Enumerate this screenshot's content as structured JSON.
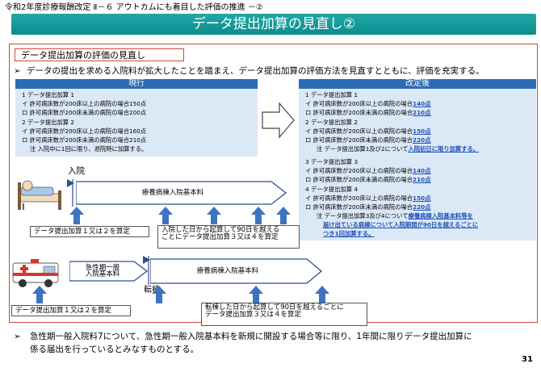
{
  "header": {
    "breadcrumb": "令和2年度診療報酬改定 Ⅱ－６ アウトカムにも着目した評価の推進 －②",
    "title": "データ提出加算の見直し②"
  },
  "section": {
    "label": "データ提出加算の評価の見直し",
    "bullet_mark": "➢",
    "bullet1": "データの提出を求める入院料が拡大したことを踏まえ、データ提出加算の評価方法を見直すとともに、評価を充実する。",
    "bullet2_line1": "急性期一般入院料7について、急性期一般入院基本料を新規に開設する場合等に限り、1年間に限りデータ提出加算に",
    "bullet2_line2": "係る届出を行っているとみなすものとする。"
  },
  "current": {
    "header": "現行",
    "lines": [
      "1 データ提出加算 1",
      "イ 許可病床数が200床以上の病院の場合150点",
      "ロ 許可病床数が200床未満の病院の場合200点",
      "2 データ提出加算 2",
      "イ 許可病床数が200床以上の病院の場合160点",
      "ロ 許可病床数が200床未満の病院の場合210点",
      "注 入院中に1回に限り、退院時に加算する。"
    ]
  },
  "revised": {
    "header": "改定後",
    "add1": "1 データ提出加算 1",
    "add1_i": "イ 許可病床数が200床以上の病院の場合",
    "add1_i_pts": "140点",
    "add1_ro": "ロ 許可病床数が200床未満の病院の場合",
    "add1_ro_pts": "210点",
    "add2": "2 データ提出加算 2",
    "add2_i": "イ 許可病床数が200床以上の病院の場合",
    "add2_i_pts": "150点",
    "add2_ro": "ロ 許可病床数が200床未満の病院の場合",
    "add2_ro_pts": "220点",
    "note12_pre": "注 データ提出加算1及び2について",
    "note12_u": "入院初日に限り加算する。",
    "add3": "3 データ提出加算 3",
    "add3_i": "イ 許可病床数が200床以上の病院の場合",
    "add3_i_pts": "140点",
    "add3_ro": "ロ 許可病床数が200床未満の病院の場合",
    "add3_ro_pts": "210点",
    "add4": "4 データ提出加算 4",
    "add4_i": "イ 許可病床数が200床以上の病院の場合",
    "add4_i_pts": "150点",
    "add4_ro": "ロ 許可病床数が200床未満の病院の場合",
    "add4_ro_pts": "220点",
    "note34_pre": "注 データ提出加算3及び4について",
    "note34_u1": "療養病棟入院基本料等を",
    "note34_u2": "届け出ている病棟について入院期間が90日を越えるごとに",
    "note34_u3": "つき1回加算する。"
  },
  "diagram1": {
    "admit_label": "入院",
    "bar_label": "療養病棟入院基本料",
    "box_left": "データ提出加算１又は２を算定",
    "box_right_line1": "入院した日から起算して90日を越える",
    "box_right_line2": "ごとにデータ提出加算３又は４を算定"
  },
  "diagram2": {
    "acute_line1": "急性期一般",
    "acute_line2": "入院基本料",
    "bar_label": "療養病棟入院基本料",
    "transfer_label": "転棟",
    "box_left": "データ提出加算１又は２を算定",
    "box_right_line1": "転棟した日から起算して90日を越えるごとに",
    "box_right_line2": "データ提出加算３又は４を算定"
  },
  "page_number": "31",
  "colors": {
    "banner": "#1fa8a8",
    "accent_red": "#c94a3a",
    "table_header": "#2b6bb3",
    "table_body": "#dbe8f6",
    "arrow": "#2e4f8f"
  }
}
